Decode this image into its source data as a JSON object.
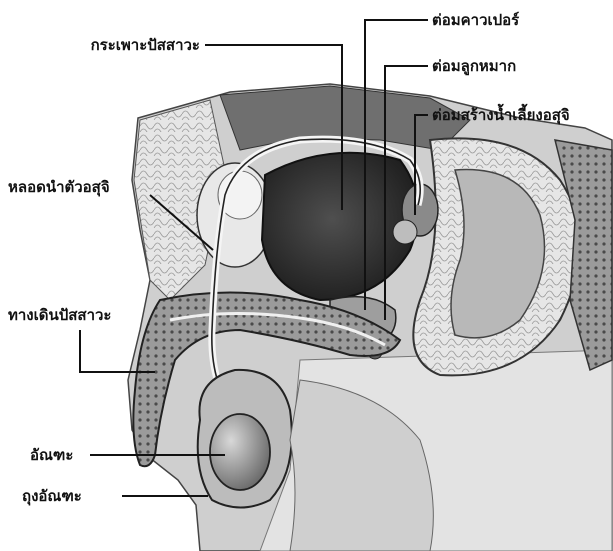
{
  "labels": {
    "bladder": "กระเพาะปัสสาวะ",
    "cowper_gland": "ต่อมคาวเปอร์",
    "prostate": "ต่อมลูกหมาก",
    "seminal_vesicle": "ต่อมสร้างน้ำเลี้ยงอสุจิ",
    "vas_deferens": "หลอดนำตัวอสุจิ",
    "urethra": "ทางเดินปัสสาวะ",
    "testis": "อัณฑะ",
    "scrotum": "ถุงอัณฑะ"
  },
  "colors": {
    "ink": "#111111",
    "tissue_dark": "#3a3a3a",
    "tissue_mid": "#8c8c8c",
    "tissue_light": "#d9d9d9",
    "paper": "#ffffff"
  }
}
